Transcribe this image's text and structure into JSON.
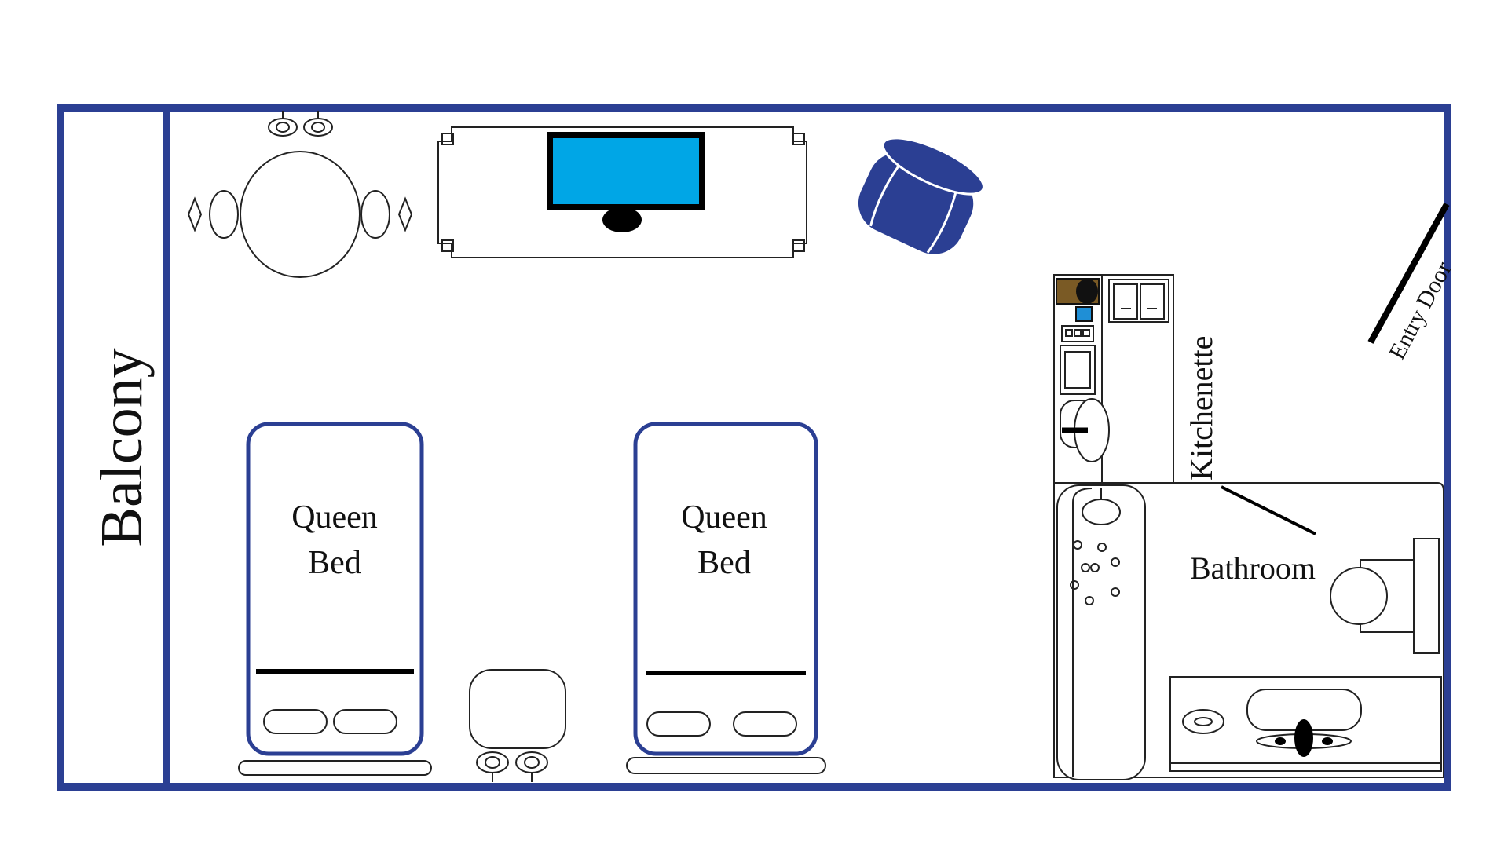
{
  "rooms": {
    "balcony": "Balcony",
    "kitchenette": "Kitchenette",
    "bathroom": "Bathroom",
    "entry_door": "Entry Door"
  },
  "beds": [
    {
      "line1": "Queen",
      "line2": "Bed"
    },
    {
      "line1": "Queen",
      "line2": "Bed"
    }
  ],
  "colors": {
    "wall": "#2b3f93",
    "tv_screen": "#00a6e6",
    "armchair": "#2b3f93"
  },
  "icons": [
    "dining-table-icon",
    "chair-icon",
    "tv-stand-icon",
    "tv-icon",
    "armchair-icon",
    "lamp-icon",
    "nightstand-icon",
    "fridge-icon",
    "sink-icon",
    "stove-icon",
    "shower-icon",
    "toilet-icon",
    "door-swing-icon"
  ]
}
